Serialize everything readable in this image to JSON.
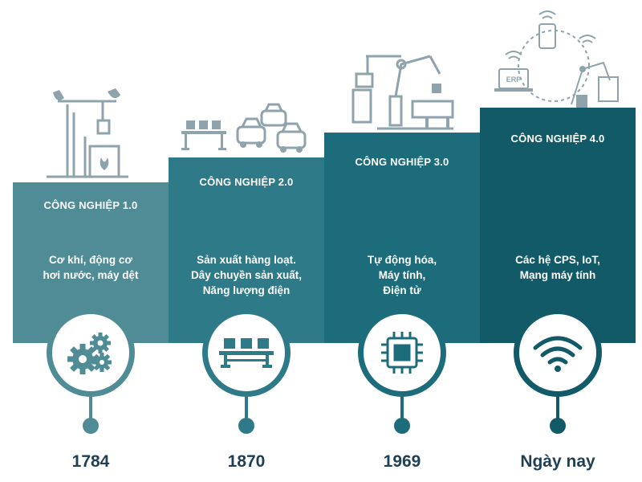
{
  "stages": [
    {
      "title": "CÔNG NGHIỆP 1.0",
      "desc": [
        "Cơ khí, động cơ",
        "hơi nước, máy dệt"
      ],
      "year": "1784",
      "color": "#4f8c96",
      "icon": "gears-icon"
    },
    {
      "title": "CÔNG NGHIỆP 2.0",
      "desc": [
        "Sản xuất hàng loạt.",
        "Dây chuyền sản xuất,",
        "Năng lượng điện"
      ],
      "year": "1870",
      "color": "#2e7a88",
      "icon": "conveyor-icon"
    },
    {
      "title": "CÔNG NGHIỆP 3.0",
      "desc": [
        "Tự động hóa,",
        "Máy tính,",
        "Điện tử"
      ],
      "year": "1969",
      "color": "#1d6c7b",
      "icon": "cpu-chip-icon"
    },
    {
      "title": "CÔNG NGHIỆP 4.0",
      "desc": [
        "Các hệ CPS, IoT,",
        "Mạng máy tính"
      ],
      "year": "Ngày nay",
      "color": "#135a69",
      "icon": "wifi-icon"
    }
  ],
  "illustration_labels": {
    "erp": "ERP"
  },
  "colors": {
    "illustration": "#8fa3ad",
    "year_text": "#1e3f55"
  }
}
